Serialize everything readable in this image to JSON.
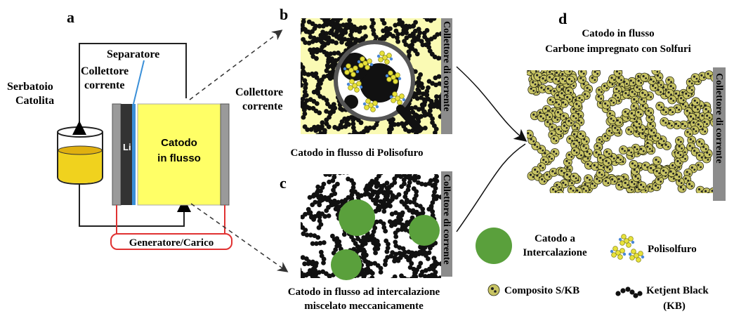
{
  "panel_letters": {
    "a": "a",
    "b": "b",
    "c": "c",
    "d": "d"
  },
  "panel_a": {
    "tank": [
      "Serbatoio",
      "Catolita"
    ],
    "separator": "Separatore",
    "collector_left": [
      "Collettore",
      "corrente"
    ],
    "collector_right": [
      "Collettore",
      "corrente"
    ],
    "lithium": "Li",
    "cathode": [
      "Catodo",
      "in flusso"
    ],
    "load": "Generatore/Carico"
  },
  "panel_b": {
    "collector": "Collettore di corrente",
    "caption": "Catodo in flusso di Polisofuro"
  },
  "panel_c": {
    "collector": "Collettore di corrente",
    "caption": [
      "Catodo in flusso ad intercalazione",
      "miscelato meccanicamente"
    ]
  },
  "panel_d": {
    "title": [
      "Catodo in flusso",
      "Carbone impregnato con Solfuri"
    ],
    "collector": "Collettore di corrente"
  },
  "legend": {
    "intercalation": [
      "Catodo a",
      "Intercalazione"
    ],
    "polysulfide": "Polisolfuro",
    "composite": "Composito S/KB",
    "ketjen": [
      "Ketjent Black",
      "(KB)"
    ]
  },
  "colors": {
    "catholyte": "#f0d21e",
    "cathode": "#ffff66",
    "panel_b_bg": "#fafab4",
    "intercalation_green": "#5aa03c",
    "collector_gray": "#8c8c8c",
    "separator_blue": "#3a8fd8",
    "load_red": "#e03232",
    "composite": "#c8c464"
  }
}
